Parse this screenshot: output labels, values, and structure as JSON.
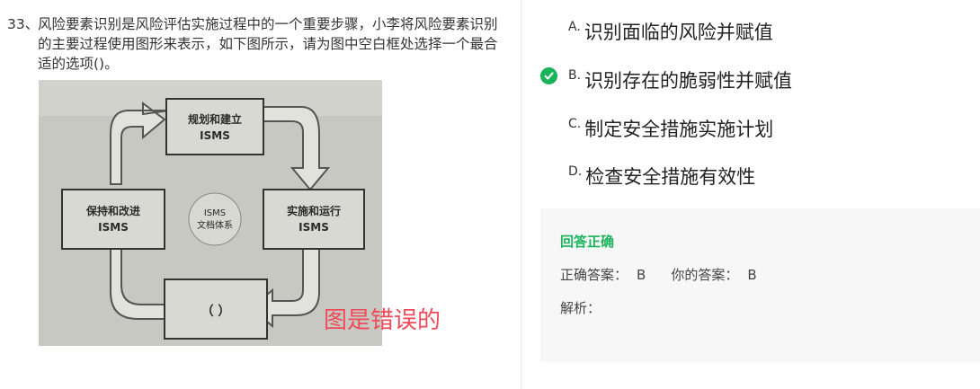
{
  "question": {
    "number": "33、",
    "text": "风险要素识别是风险评估实施过程中的一个重要步骤，小李将风险要素识别的主要过程使用图形来表示，如下图所示，请为图中空白框处选择一个最合适的选项()。"
  },
  "figure": {
    "box_top": "规划和建立 ISMS",
    "box_right": "实施和运行 ISMS",
    "box_left": "保持和改进 ISMS",
    "center": "ISMS 文档体系",
    "box_bottom": "（ ）",
    "note": "图是错误的"
  },
  "options": [
    {
      "letter": "A.",
      "text": "识别面临的风险并赋值"
    },
    {
      "letter": "B.",
      "text": "识别存在的脆弱性并赋值"
    },
    {
      "letter": "C.",
      "text": "制定安全措施实施计划"
    },
    {
      "letter": "D.",
      "text": "检查安全措施有效性"
    }
  ],
  "result": {
    "title": "回答正确",
    "correct_label": "正确答案：",
    "correct_value": "B",
    "your_label": "你的答案：",
    "your_value": "B",
    "analysis_label": "解析："
  },
  "colors": {
    "correct": "#19b35a",
    "note": "#ef4a59"
  }
}
